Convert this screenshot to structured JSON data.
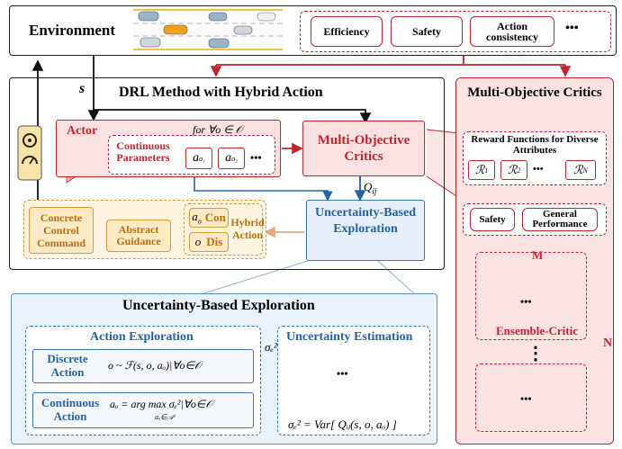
{
  "environment": {
    "title": "Environment",
    "attributes": [
      "Efficiency",
      "Safety",
      "Action consistency"
    ],
    "more": "•••"
  },
  "drl": {
    "state_label": "s",
    "title": "DRL Method with Hybrid Action",
    "actor": "Actor",
    "continuous_params": "Continuous Parameters",
    "for_all": "for ∀o ∈ 𝒪",
    "param_a": "a",
    "param_sub1": "o₁",
    "param_sub2": "o₂",
    "param_more": "•••",
    "critics": "Multi-Objective Critics",
    "q_label": "Q",
    "q_sub": "ij",
    "uncertainty_exploration": "Uncertainty-Based Exploration",
    "hybrid_action": "Hybrid Action",
    "a_o": "a",
    "a_o_sub": "o",
    "con": "Con",
    "o_label": "o",
    "dis": "Dis",
    "abstract_guidance": "Abstract Guidance",
    "concrete_command": "Concrete Control Command"
  },
  "mo_critics": {
    "title": "Multi-Objective Critics",
    "reward_title": "Reward Functions for Diverse Attributes",
    "r_symbol": "ℛ",
    "r_subs": [
      "1",
      "2",
      "N"
    ],
    "r_more": "•••",
    "safety": "Safety",
    "general_performance": "General Performance",
    "m_label": "M",
    "ensemble_critic": "Ensemble-Critic",
    "n_label": "N",
    "vdots": "⋮",
    "dots": "•••"
  },
  "ube": {
    "title": "Uncertainty-Based Exploration",
    "action_exploration": "Action Exploration",
    "discrete_action": "Discrete Action",
    "discrete_formula": "o ~ ℱ(s, o, aₒ)|∀o∈𝒪",
    "continuous_action": "Continuous Action",
    "continuous_formula": "aₒ = arg max σₑ²|∀o∈𝒪",
    "continuous_formula_sub": "aₒ∈𝒜ᶜ",
    "sigma_label": "σₑ²",
    "uncertainty_estimation": "Uncertainty Estimation",
    "dots": "•••",
    "variance_formula": "σₑ² = Var[ Qᵢⱼ(s, o, aₒ) ]"
  }
}
